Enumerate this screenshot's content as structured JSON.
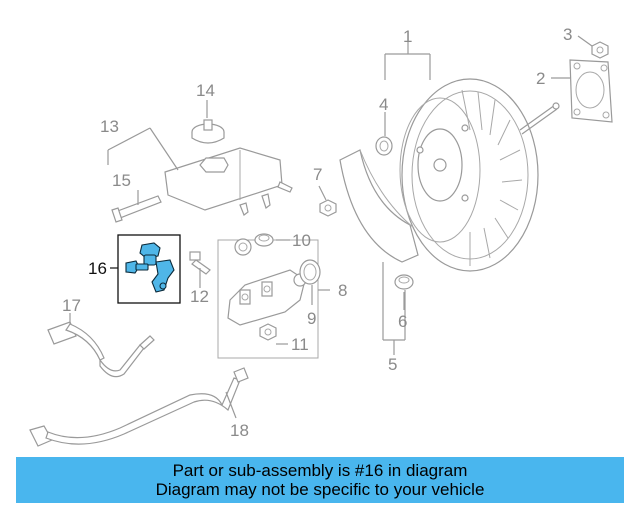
{
  "callouts": {
    "c1": "1",
    "c2": "2",
    "c3": "3",
    "c4": "4",
    "c5": "5",
    "c6": "6",
    "c7": "7",
    "c8": "8",
    "c9": "9",
    "c10": "10",
    "c11": "11",
    "c12": "12",
    "c13": "13",
    "c14": "14",
    "c15": "15",
    "c16": "16",
    "c17": "17",
    "c18": "18"
  },
  "highlight_color": "#4fb6e8",
  "banner": {
    "color": "#49b6ee",
    "line1": "Part or sub-assembly is #16 in diagram",
    "line2": "Diagram may not be specific to your vehicle"
  }
}
